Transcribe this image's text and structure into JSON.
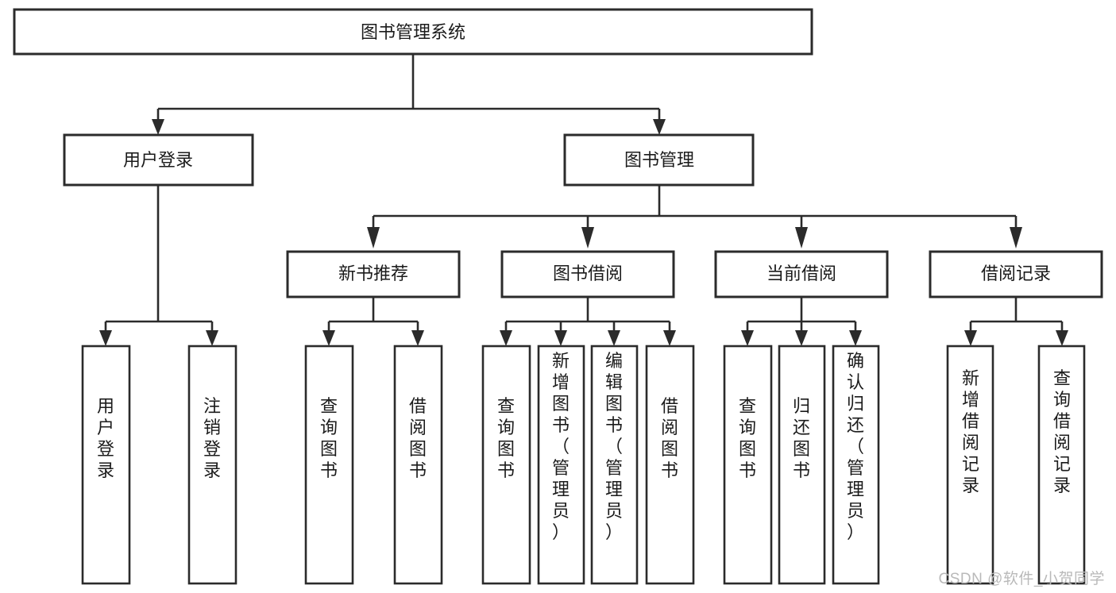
{
  "diagram": {
    "type": "tree",
    "title": "图书管理系统",
    "watermark": "CSDN @软件_小贺同学",
    "root": {
      "id": "root",
      "label": "图书管理系统"
    },
    "level2": [
      {
        "id": "user-login",
        "label": "用户登录"
      },
      {
        "id": "book-manage",
        "label": "图书管理"
      }
    ],
    "level3": [
      {
        "id": "new-book-rec",
        "label": "新书推荐",
        "parent": "book-manage"
      },
      {
        "id": "book-borrow",
        "label": "图书借阅",
        "parent": "book-manage"
      },
      {
        "id": "current-borrow",
        "label": "当前借阅",
        "parent": "book-manage"
      },
      {
        "id": "borrow-record",
        "label": "借阅记录",
        "parent": "book-manage"
      }
    ],
    "leaves": [
      {
        "id": "leaf-user-login",
        "label": "用户登录",
        "parent": "user-login"
      },
      {
        "id": "leaf-user-logout",
        "label": "注销登录",
        "parent": "user-login"
      },
      {
        "id": "leaf-query-book-1",
        "label": "查询图书",
        "parent": "new-book-rec"
      },
      {
        "id": "leaf-borrow-book-1",
        "label": "借阅图书",
        "parent": "new-book-rec"
      },
      {
        "id": "leaf-query-book-2",
        "label": "查询图书",
        "parent": "book-borrow"
      },
      {
        "id": "leaf-add-book",
        "label": "新增图书（管理员）",
        "parent": "book-borrow"
      },
      {
        "id": "leaf-edit-book",
        "label": "编辑图书（管理员）",
        "parent": "book-borrow"
      },
      {
        "id": "leaf-borrow-book-2",
        "label": "借阅图书",
        "parent": "book-borrow"
      },
      {
        "id": "leaf-query-book-3",
        "label": "查询图书",
        "parent": "current-borrow"
      },
      {
        "id": "leaf-return-book",
        "label": "归还图书",
        "parent": "current-borrow"
      },
      {
        "id": "leaf-confirm-return",
        "label": "确认归还（管理员）",
        "parent": "current-borrow"
      },
      {
        "id": "leaf-add-record",
        "label": "新增借阅记录",
        "parent": "borrow-record"
      },
      {
        "id": "leaf-query-record",
        "label": "查询借阅记录",
        "parent": "borrow-record"
      }
    ],
    "colors": {
      "box_stroke": "#2b2b2b",
      "box_fill": "#ffffff",
      "text": "#1b1b1b",
      "background": "#ffffff",
      "watermark": "#b9b9b9"
    }
  }
}
